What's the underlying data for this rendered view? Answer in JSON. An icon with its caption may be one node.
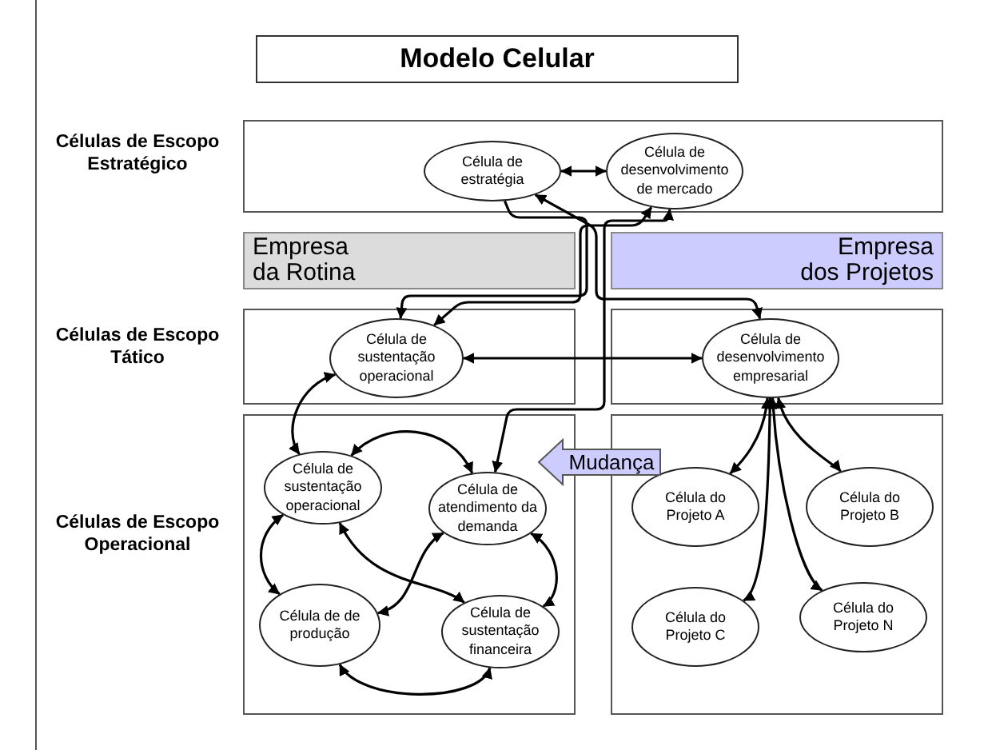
{
  "diagram": {
    "title": "Modelo Celular",
    "nodes": [
      {
        "text": [],
        "shape": "box"
      },
      {
        "text": [
          "Célula de estratégia"
        ],
        "in": 0
      },
      {
        "text": [
          "Célula de desenvolvimento de mercado"
        ],
        "in": 0
      },
      {
        "text": [
          "Empresa da Rotina"
        ]
      },
      {
        "text": [
          "Empresa dos Projetos"
        ]
      },
      {
        "text": [],
        "shape": "box"
      },
      {
        "text": [
          "Célula de sustentação operacional"
        ],
        "in": 5
      },
      {
        "text": [],
        "shape": "box"
      },
      {
        "text": [
          "Célula de desenvolvimento empresarial"
        ],
        "in": 7
      },
      {
        "text": [],
        "shape": "box"
      },
      {
        "text": [
          "Célula de sustentação operacional"
        ],
        "in": 9
      },
      {
        "text": [
          "Célula de atendimento da demanda"
        ],
        "in": 9
      },
      {
        "text": [
          "Célula de de produção"
        ],
        "in": 9
      },
      {
        "text": [
          "Célula de sustentação financeira"
        ],
        "in": 9
      },
      {
        "text": [],
        "shape": "box"
      },
      {
        "text": [
          "Célula do Projeto A"
        ],
        "in": 14
      },
      {
        "text": [
          "Célula do Projeto B"
        ],
        "in": 14
      },
      {
        "text": [
          "Célula do Projeto C"
        ],
        "in": 14
      },
      {
        "text": [
          "Célula do Projeto N"
        ],
        "in": 14
      }
    ],
    "edges": [
      {
        "from": 1,
        "to": 2,
        "arrow": "both"
      },
      {
        "from": 1,
        "to": 6,
        "arrow": "to"
      },
      {
        "from": 6,
        "to": 2,
        "arrow": "both"
      },
      {
        "from": 1,
        "to": 8,
        "arrow": "both"
      },
      {
        "from": 2,
        "to": 11,
        "arrow": "both"
      },
      {
        "from": 6,
        "to": 8,
        "arrow": "both"
      },
      {
        "from": 6,
        "to": 10,
        "arrow": "both"
      },
      {
        "from": 10,
        "to": 11,
        "arrow": "both"
      },
      {
        "from": 10,
        "to": 12,
        "arrow": "both"
      },
      {
        "from": 10,
        "to": 13,
        "arrow": "both"
      },
      {
        "from": 11,
        "to": 12,
        "arrow": "both"
      },
      {
        "from": 11,
        "to": 13,
        "arrow": "both"
      },
      {
        "from": 12,
        "to": 13,
        "arrow": "both"
      },
      {
        "from": 8,
        "to": 15,
        "arrow": "both"
      },
      {
        "from": 8,
        "to": 16,
        "arrow": "both"
      },
      {
        "from": 8,
        "to": 17,
        "arrow": "both"
      },
      {
        "from": 8,
        "to": 18,
        "arrow": "both"
      },
      {
        "from": 14,
        "to": 9,
        "arrow": "to",
        "label": "Mudança"
      }
    ],
    "labels": [
      "Células de Escopo Estratégico",
      "Células de Escopo Tático",
      "Células de Escopo Operacional"
    ]
  }
}
